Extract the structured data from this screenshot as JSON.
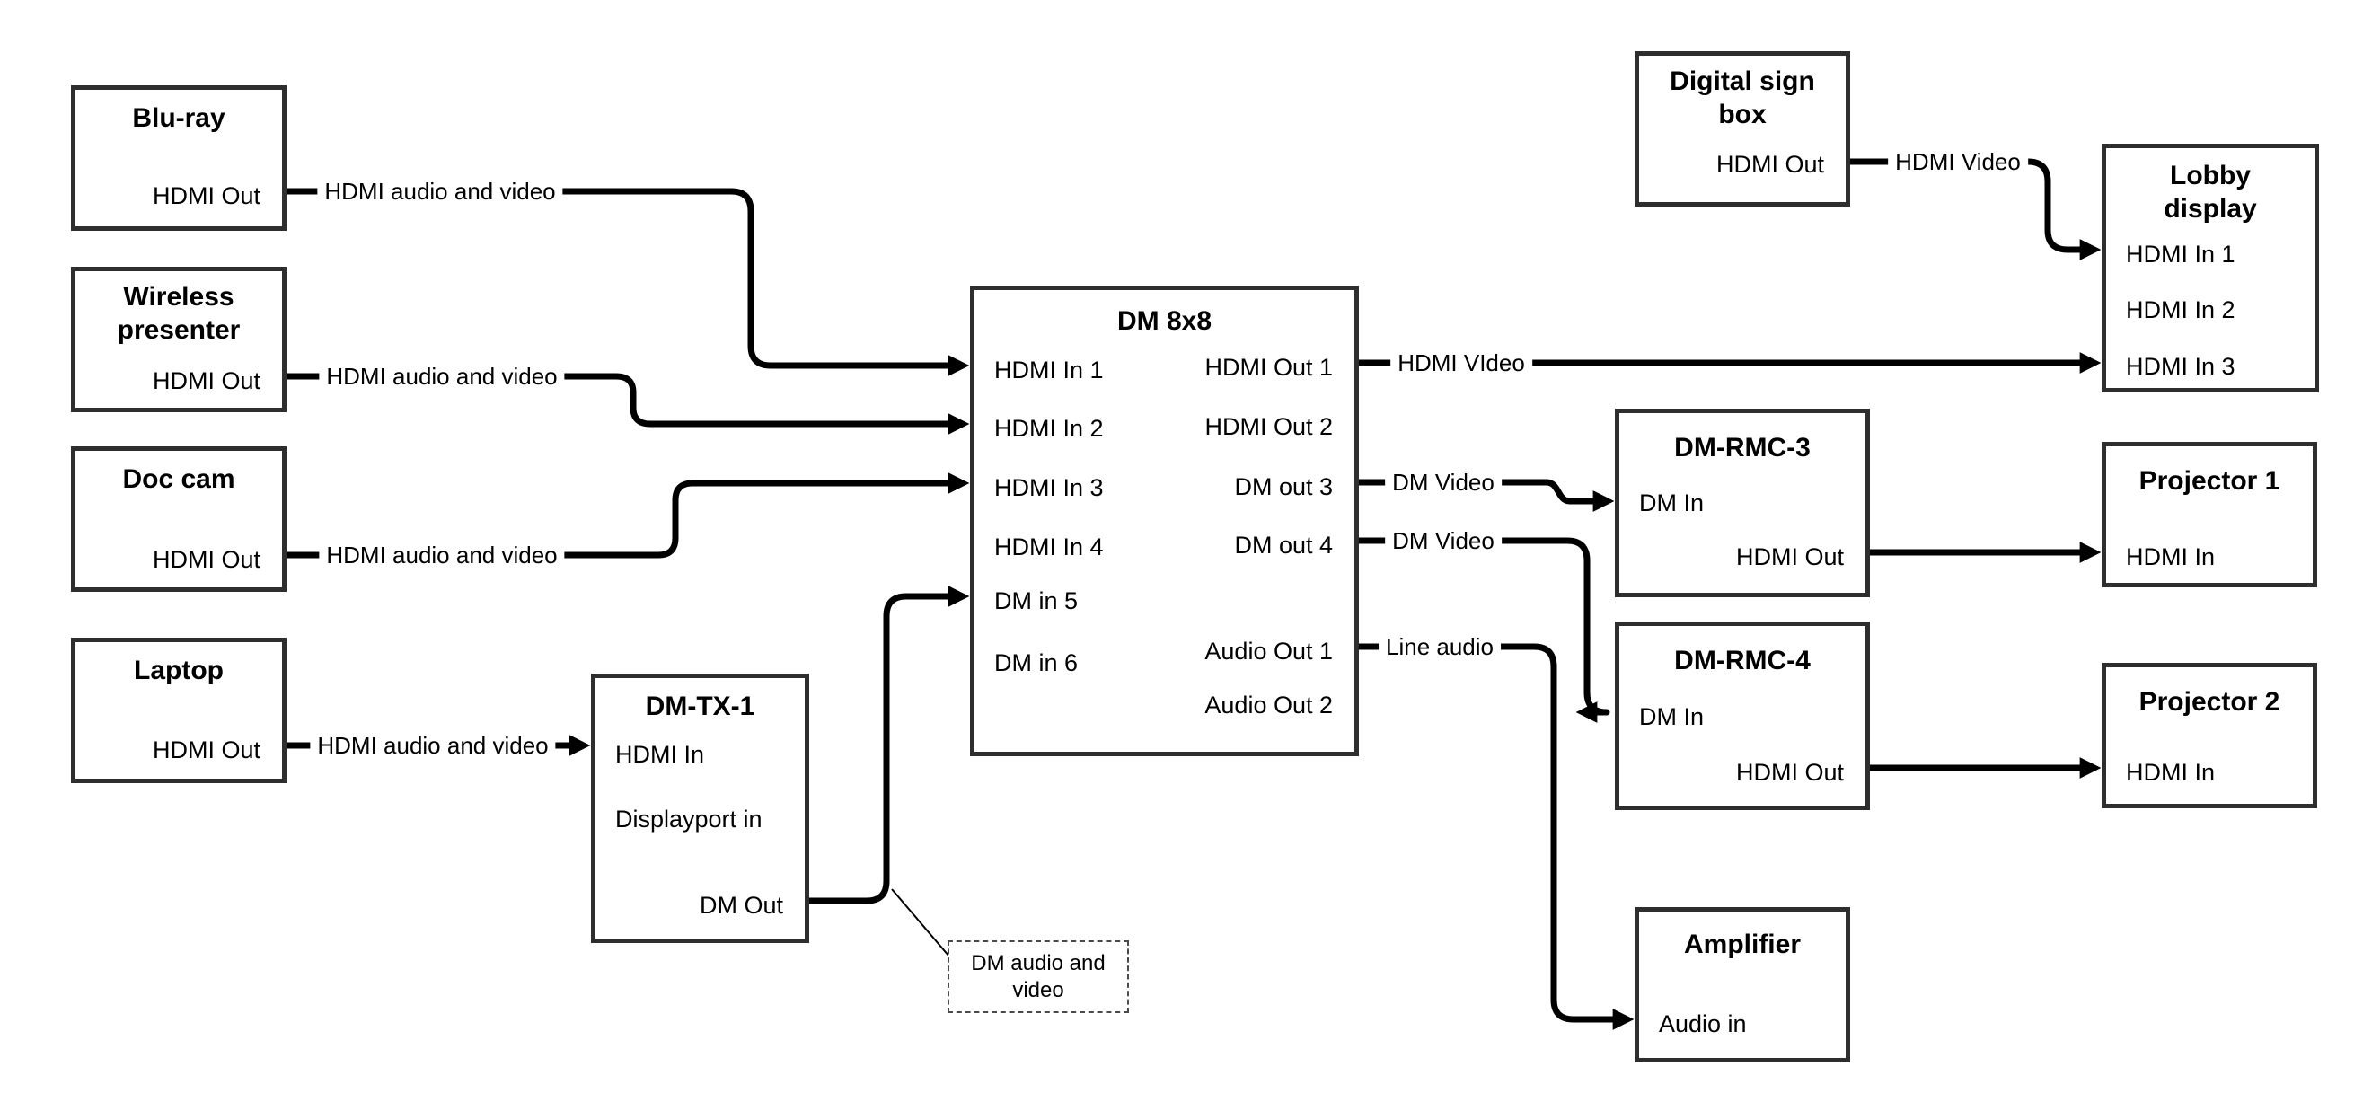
{
  "boxes": {
    "blu_ray": {
      "title": "Blu-ray",
      "ports": {
        "hdmi_out": "HDMI Out"
      }
    },
    "wireless_presenter": {
      "title": "Wireless presenter",
      "ports": {
        "hdmi_out": "HDMI Out"
      }
    },
    "doc_cam": {
      "title": "Doc cam",
      "ports": {
        "hdmi_out": "HDMI Out"
      }
    },
    "laptop": {
      "title": "Laptop",
      "ports": {
        "hdmi_out": "HDMI Out"
      }
    },
    "dm_tx_1": {
      "title": "DM-TX-1",
      "ports": {
        "hdmi_in": "HDMI In",
        "displayport_in": "Displayport in",
        "dm_out": "DM Out"
      }
    },
    "dm_8x8": {
      "title": "DM 8x8",
      "ports": {
        "hdmi_in_1": "HDMI In 1",
        "hdmi_in_2": "HDMI In 2",
        "hdmi_in_3": "HDMI In 3",
        "hdmi_in_4": "HDMI In 4",
        "dm_in_5": "DM in 5",
        "dm_in_6": "DM in 6",
        "hdmi_out_1": "HDMI Out 1",
        "hdmi_out_2": "HDMI Out 2",
        "dm_out_3": "DM out 3",
        "dm_out_4": "DM out 4",
        "audio_out_1": "Audio Out 1",
        "audio_out_2": "Audio Out 2"
      }
    },
    "digital_sign_box": {
      "title": "Digital sign box",
      "ports": {
        "hdmi_out": "HDMI Out"
      }
    },
    "lobby_display": {
      "title": "Lobby display",
      "ports": {
        "hdmi_in_1": "HDMI In 1",
        "hdmi_in_2": "HDMI In 2",
        "hdmi_in_3": "HDMI In 3"
      }
    },
    "dm_rmc_3": {
      "title": "DM-RMC-3",
      "ports": {
        "dm_in": "DM In",
        "hdmi_out": "HDMI Out"
      }
    },
    "projector_1": {
      "title": "Projector 1",
      "ports": {
        "hdmi_in": "HDMI In"
      }
    },
    "dm_rmc_4": {
      "title": "DM-RMC-4",
      "ports": {
        "dm_in": "DM In",
        "hdmi_out": "HDMI Out"
      }
    },
    "projector_2": {
      "title": "Projector 2",
      "ports": {
        "hdmi_in": "HDMI In"
      }
    },
    "amplifier": {
      "title": "Amplifier",
      "ports": {
        "audio_in": "Audio in"
      }
    }
  },
  "wire_labels": {
    "blu_ray": "HDMI audio and video",
    "wireless_presenter": "HDMI audio and video",
    "doc_cam": "HDMI audio and video",
    "laptop": "HDMI audio and video",
    "hdmi_out_1": "HDMI VIdeo",
    "dm_out_3": "DM Video",
    "dm_out_4": "DM Video",
    "audio_out_1": "Line audio",
    "digital_sign": "HDMI Video"
  },
  "note": {
    "text": "DM audio and video"
  },
  "colors": {
    "wire": "#000000",
    "box_border": "#2e2e2e",
    "background": "#ffffff"
  }
}
